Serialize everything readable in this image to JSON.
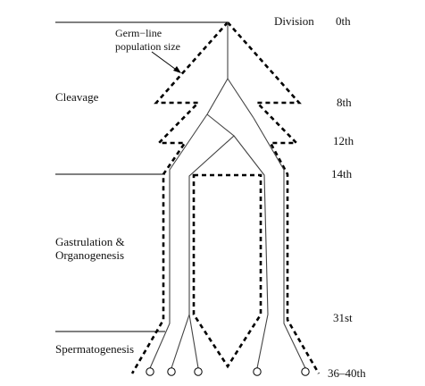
{
  "header": {
    "division_title": "Division"
  },
  "annotation": {
    "germ_line": "Germ−line",
    "population_size": "population size"
  },
  "stages": {
    "cleavage": "Cleavage",
    "gastrulation": "Gastrulation &",
    "organogenesis": "Organogenesis",
    "spermatogenesis": "Spermatogenesis"
  },
  "divisions": [
    "0th",
    "8th",
    "12th",
    "14th",
    "31st",
    "36–40th"
  ],
  "colors": {
    "line": "#000000",
    "lineage": "#444444",
    "background": "#ffffff"
  }
}
